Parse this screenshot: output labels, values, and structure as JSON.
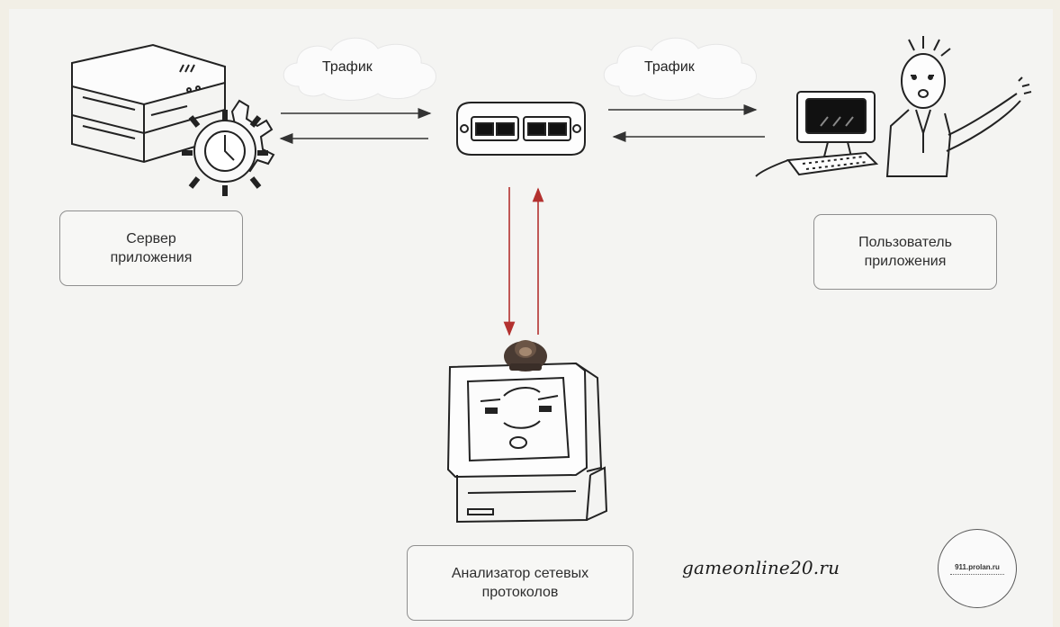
{
  "clouds": [
    {
      "label": "Трафик"
    },
    {
      "label": "Трафик"
    }
  ],
  "nodes": {
    "server": {
      "line1": "Сервер",
      "line2": "приложения"
    },
    "user": {
      "line1": "Пользователь",
      "line2": "приложения"
    },
    "analyzer": {
      "line1": "Анализатор сетевых",
      "line2": "протоколов"
    }
  },
  "watermark": "gameonline20.ru",
  "stamp": {
    "text": "911.prolan.ru"
  },
  "colors": {
    "tap_arrows": "#b3312f",
    "flow_arrows": "#333333"
  }
}
